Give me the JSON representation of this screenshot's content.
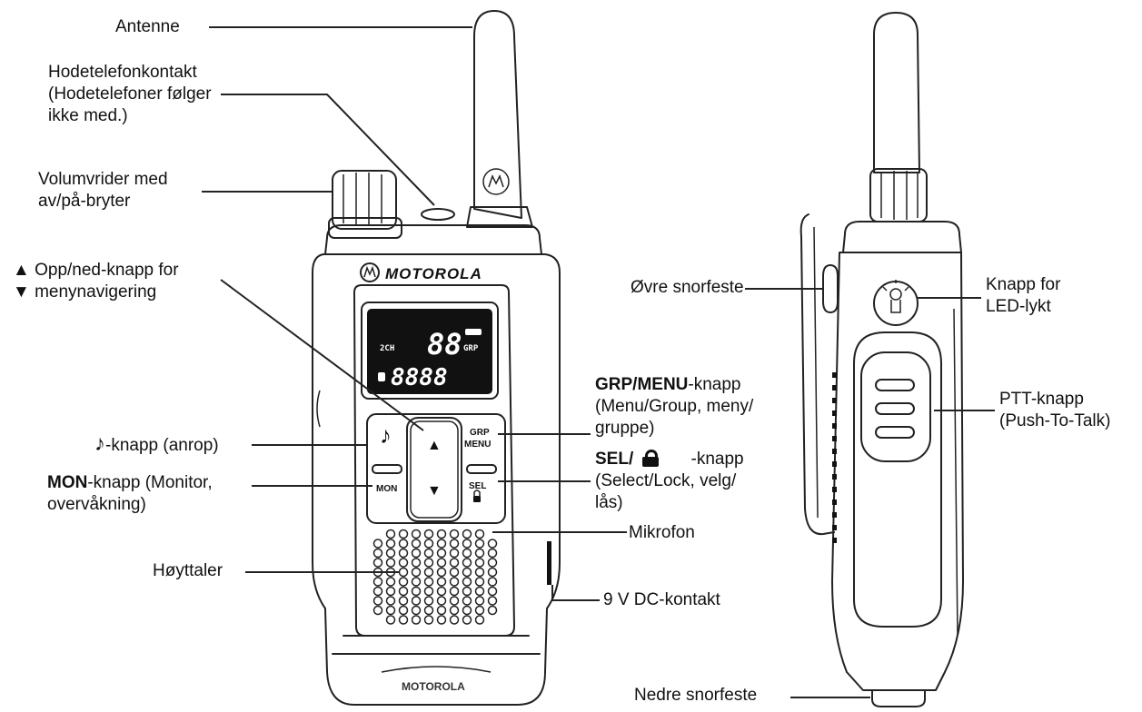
{
  "brand": {
    "name": "MOTOROLA"
  },
  "lcd": {
    "channel_digits": "88",
    "text_segments": "8888",
    "icon_2ch": "2CH",
    "icon_grp": "GRP"
  },
  "keys": {
    "music_symbol": "♪",
    "grp": "GRP",
    "menu": "MENU",
    "mon": "MON",
    "sel": "SEL",
    "up_arrow": "▲",
    "down_arrow": "▼"
  },
  "labels": {
    "antenna": "Antenne",
    "headphone": [
      "Hodetelefonkontakt",
      "(Hodetelefoner følger",
      "ikke med.)"
    ],
    "volume": [
      "Volumvrider med",
      "av/på-bryter"
    ],
    "nav": {
      "up_symbol": "▲",
      "down_symbol": "▼",
      "line1": "Opp/ned-knapp for",
      "line2": "menynavigering"
    },
    "call": {
      "symbol": "♪",
      "text": "-knapp (anrop)"
    },
    "mon": {
      "bold": "MON",
      "line1_rest": "-knapp (Monitor,",
      "line2": "overvåkning)"
    },
    "speaker": "Høyttaler",
    "grp_menu": {
      "bold": "GRP/MENU",
      "line1_rest": "-knapp",
      "line2": "(Menu/Group, meny/",
      "line3": "gruppe)"
    },
    "sel": {
      "bold": "SEL/",
      "line1_rest": "-knapp",
      "line2": "(Select/Lock, velg/",
      "line3": "lås)"
    },
    "mic": "Mikrofon",
    "dc": "9 V DC-kontakt",
    "upper_strap": "Øvre snorfeste",
    "led": [
      "Knapp for",
      "LED-lykt"
    ],
    "ptt": [
      "PTT-knapp",
      "(Push-To-Talk)"
    ],
    "lower_strap": "Nedre snorfeste"
  }
}
